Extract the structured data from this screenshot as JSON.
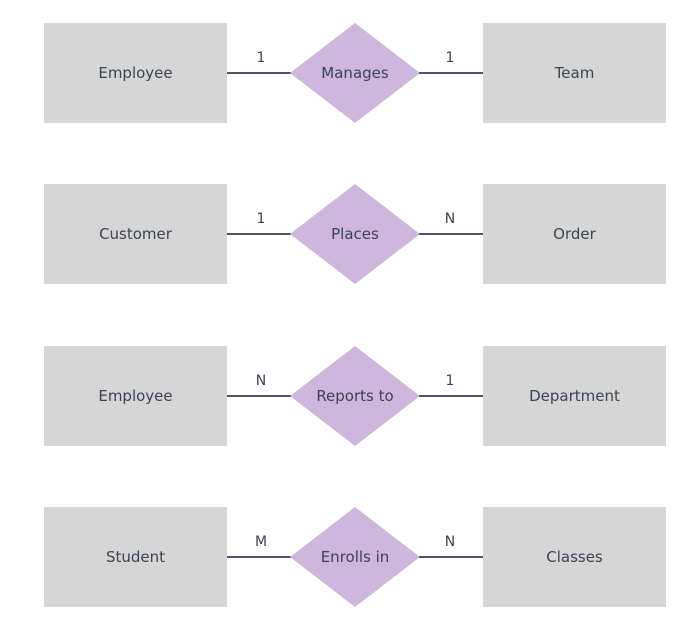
{
  "colors": {
    "entity_fill": "#d6d6d6",
    "relationship_fill": "#cfb6dc",
    "connector": "#4b5563",
    "text": "#3a4350"
  },
  "relationships": [
    {
      "left_entity": "Employee",
      "left_cardinality": "1",
      "relationship": "Manages",
      "right_cardinality": "1",
      "right_entity": "Team"
    },
    {
      "left_entity": "Customer",
      "left_cardinality": "1",
      "relationship": "Places",
      "right_cardinality": "N",
      "right_entity": "Order"
    },
    {
      "left_entity": "Employee",
      "left_cardinality": "N",
      "relationship": "Reports to",
      "right_cardinality": "1",
      "right_entity": "Department"
    },
    {
      "left_entity": "Student",
      "left_cardinality": "M",
      "relationship": "Enrolls in",
      "right_cardinality": "N",
      "right_entity": "Classes"
    }
  ]
}
